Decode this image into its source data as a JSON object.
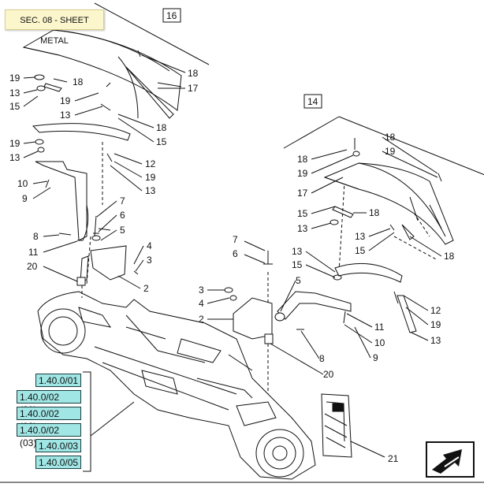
{
  "section_label": "SEC. 08 - SHEET METAL",
  "group_labels": {
    "left": "16",
    "right": "14"
  },
  "callouts": [
    {
      "id": "c-l-19a",
      "text": "19"
    },
    {
      "id": "c-l-18a",
      "text": "18"
    },
    {
      "id": "c-l-13a",
      "text": "13"
    },
    {
      "id": "c-l-15a",
      "text": "15"
    },
    {
      "id": "c-l-18b",
      "text": "18"
    },
    {
      "id": "c-l-17",
      "text": "17"
    },
    {
      "id": "c-l-19b",
      "text": "19"
    },
    {
      "id": "c-l-13b",
      "text": "13"
    },
    {
      "id": "c-l-18c",
      "text": "18"
    },
    {
      "id": "c-l-15b",
      "text": "15"
    },
    {
      "id": "c-l-19c",
      "text": "19"
    },
    {
      "id": "c-l-13c",
      "text": "13"
    },
    {
      "id": "c-l-12",
      "text": "12"
    },
    {
      "id": "c-l-19d",
      "text": "19"
    },
    {
      "id": "c-l-13d",
      "text": "13"
    },
    {
      "id": "c-l-10",
      "text": "10"
    },
    {
      "id": "c-l-9",
      "text": "9"
    },
    {
      "id": "c-l-7",
      "text": "7"
    },
    {
      "id": "c-l-6",
      "text": "6"
    },
    {
      "id": "c-l-5",
      "text": "5"
    },
    {
      "id": "c-l-8",
      "text": "8"
    },
    {
      "id": "c-l-11",
      "text": "11"
    },
    {
      "id": "c-l-4",
      "text": "4"
    },
    {
      "id": "c-l-3",
      "text": "3"
    },
    {
      "id": "c-l-20",
      "text": "20"
    },
    {
      "id": "c-l-2",
      "text": "2"
    },
    {
      "id": "c-r-18a",
      "text": "18"
    },
    {
      "id": "c-r-19a",
      "text": "19"
    },
    {
      "id": "c-r-18b",
      "text": "18"
    },
    {
      "id": "c-r-19b",
      "text": "19"
    },
    {
      "id": "c-r-17",
      "text": "17"
    },
    {
      "id": "c-r-15a",
      "text": "15"
    },
    {
      "id": "c-r-18c",
      "text": "18"
    },
    {
      "id": "c-r-13a",
      "text": "13"
    },
    {
      "id": "c-r-13b",
      "text": "13"
    },
    {
      "id": "c-r-15b",
      "text": "15"
    },
    {
      "id": "c-r-18d",
      "text": "18"
    },
    {
      "id": "c-r-7",
      "text": "7"
    },
    {
      "id": "c-r-6",
      "text": "6"
    },
    {
      "id": "c-r-13c",
      "text": "13"
    },
    {
      "id": "c-r-15c",
      "text": "15"
    },
    {
      "id": "c-r-5",
      "text": "5"
    },
    {
      "id": "c-r-3",
      "text": "3"
    },
    {
      "id": "c-r-4",
      "text": "4"
    },
    {
      "id": "c-r-2",
      "text": "2"
    },
    {
      "id": "c-r-12",
      "text": "12"
    },
    {
      "id": "c-r-19c",
      "text": "19"
    },
    {
      "id": "c-r-13d",
      "text": "13"
    },
    {
      "id": "c-r-11",
      "text": "11"
    },
    {
      "id": "c-r-10",
      "text": "10"
    },
    {
      "id": "c-r-8",
      "text": "8"
    },
    {
      "id": "c-r-9",
      "text": "9"
    },
    {
      "id": "c-r-20",
      "text": "20"
    },
    {
      "id": "c-21",
      "text": "21"
    }
  ],
  "reference_links": [
    "1.40.0/01",
    "1.40.0/02 (01)",
    "1.40.0/02 (02)",
    "1.40.0/02 (03)",
    "1.40.0/03",
    "1.40.0/05"
  ],
  "colors": {
    "link_fill": "#9fe6e4",
    "label_fill": "#fbf6cc",
    "line": "#111111"
  },
  "nav_icon": "next-page-arrow-icon"
}
